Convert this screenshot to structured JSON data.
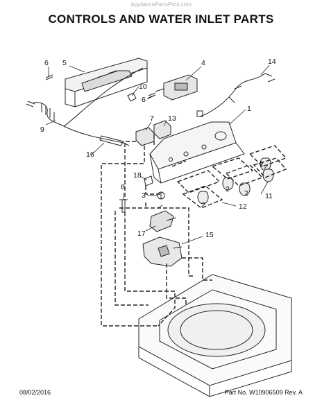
{
  "watermark": "AppliancePartsPros.com",
  "title": "CONTROLS AND WATER INLET PARTS",
  "callouts": [
    "1",
    "2",
    "2",
    "2",
    "2",
    "3",
    "4",
    "5",
    "6",
    "6",
    "7",
    "8",
    "9",
    "10",
    "11",
    "12",
    "13",
    "14",
    "15",
    "16",
    "17",
    "18"
  ],
  "footer": {
    "date": "08/02/2016",
    "part_label": "Part No.  W10906509  Rev.  A"
  }
}
